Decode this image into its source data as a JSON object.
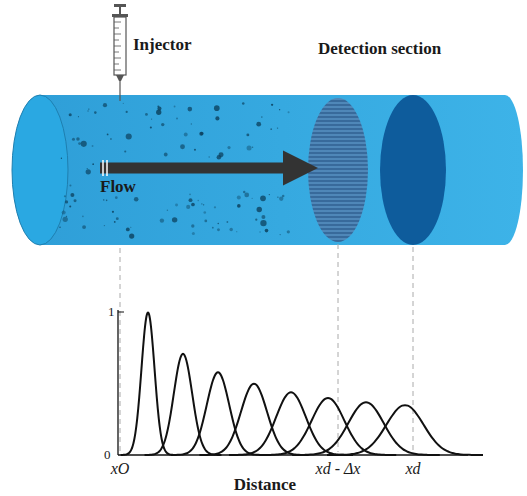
{
  "diagram": {
    "labels": [
      "Injector",
      "Detection section",
      "Flow",
      "1",
      "0",
      "xO",
      "xd - Δx",
      "xd",
      "Distance"
    ]
  }
}
